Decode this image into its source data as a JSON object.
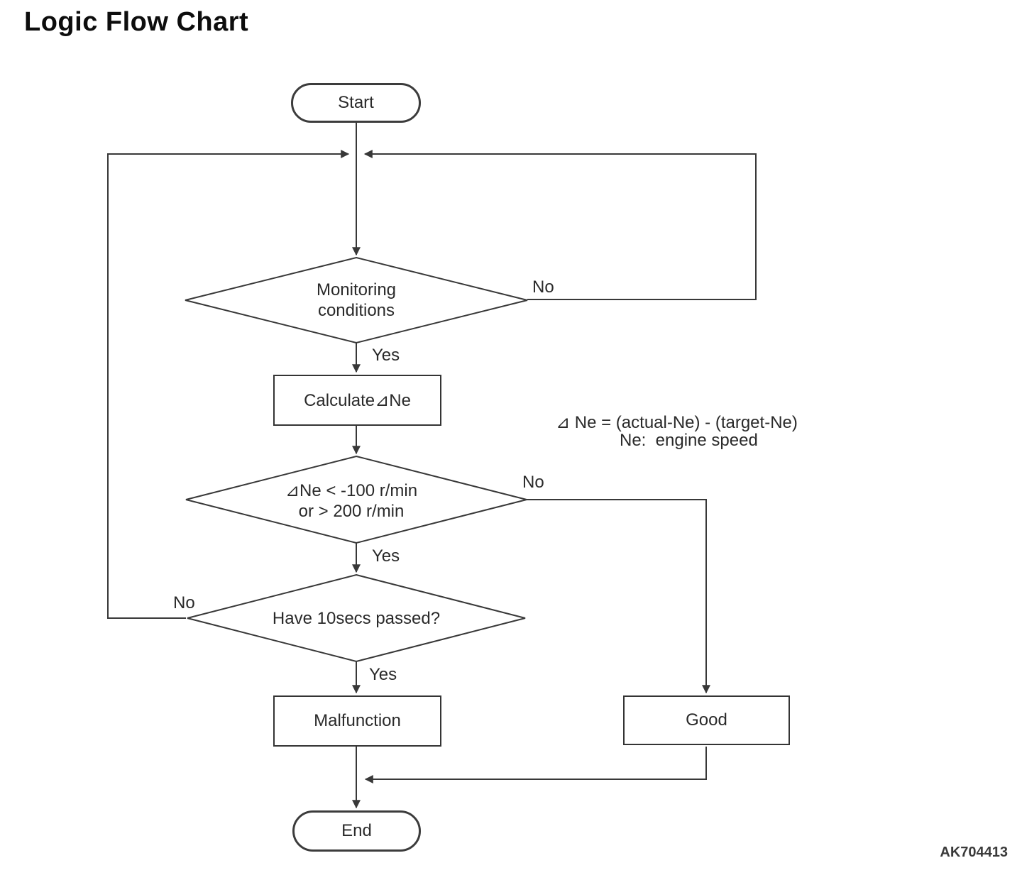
{
  "title": "Logic Flow Chart",
  "figure_code": "AK704413",
  "nodes": {
    "start": {
      "type": "terminator",
      "label": "Start"
    },
    "monitoring": {
      "type": "decision",
      "line1": "Monitoring",
      "line2": "conditions"
    },
    "calculate": {
      "type": "process",
      "label": "Calculate⊿Ne"
    },
    "delta_check": {
      "type": "decision",
      "line1": "⊿Ne < -100 r/min",
      "line2": "or > 200 r/min"
    },
    "timer_check": {
      "type": "decision",
      "label": "Have 10secs passed?"
    },
    "malfunction": {
      "type": "process",
      "label": "Malfunction"
    },
    "good": {
      "type": "process",
      "label": "Good"
    },
    "end": {
      "type": "terminator",
      "label": "End"
    }
  },
  "edge_labels": {
    "monitoring_no": "No",
    "monitoring_yes": "Yes",
    "delta_no": "No",
    "delta_yes": "Yes",
    "timer_no": "No",
    "timer_yes": "Yes"
  },
  "annotation": {
    "line1": "⊿ Ne = (actual-Ne) - (target-Ne)",
    "line2": "Ne:  engine speed"
  },
  "colors": {
    "line": "#383838",
    "text": "#2a2a2a",
    "background": "#ffffff"
  }
}
